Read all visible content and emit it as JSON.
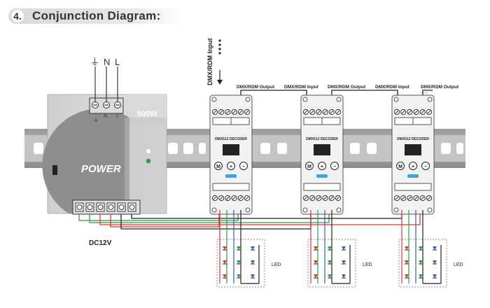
{
  "section": {
    "number": "4.",
    "title": "Conjunction Diagram:"
  },
  "power_supply": {
    "brand_label": "POWER",
    "wattage": "500W",
    "output_label": "DC12V",
    "mains_symbols": [
      "⏚",
      "N",
      "L"
    ]
  },
  "decoders": [
    {
      "name": "DMX512 DECODER"
    },
    {
      "name": "DMX512 DECODER"
    },
    {
      "name": "DMX512 DECODER"
    }
  ],
  "signal_labels": {
    "input_main": "DMX/RDM Input",
    "output": "DMX/RDM Output",
    "input": "DMX/RDM Input",
    "trailing_dots": "......."
  },
  "led_label": "LED",
  "colors": {
    "wire_red": "#e0352b",
    "wire_green": "#2e9a48",
    "wire_blue": "#2b5fb8",
    "wire_black": "#222222",
    "accent_blue": "#3aa6dd"
  }
}
